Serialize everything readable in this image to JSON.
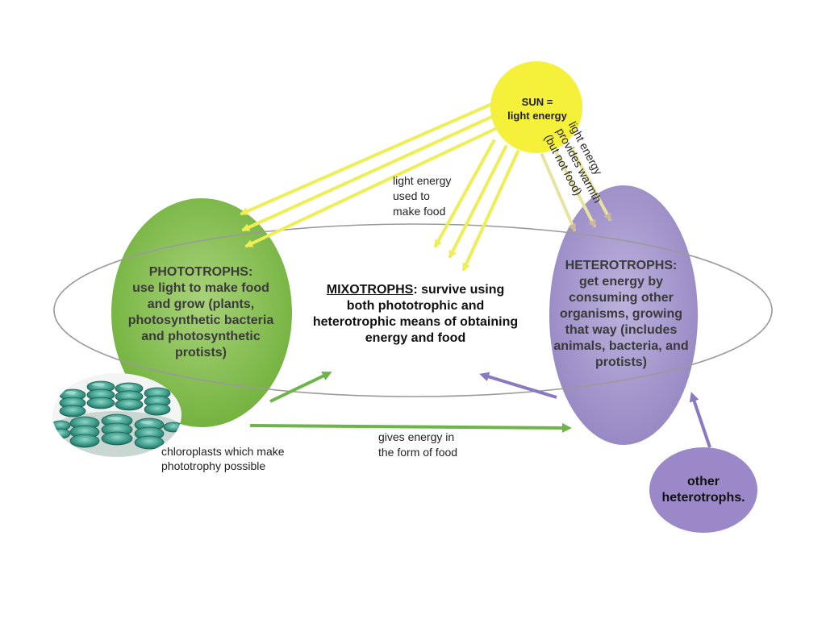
{
  "sun": {
    "line1": "SUN =",
    "line2": "light energy"
  },
  "sun_warmth_label": [
    "light energy",
    "provides warmth",
    "(but not food)"
  ],
  "light_food_label": [
    "light energy",
    "used to",
    "make food"
  ],
  "phototrophs": {
    "title": "PHOTOTROPHS:",
    "lines": [
      "use light to make food",
      "and grow (plants,",
      "photosynthetic bacteria",
      "and  photosynthetic",
      "protists)"
    ]
  },
  "mixotrophs": {
    "title": "MIXOTROPHS",
    "title_rest": ": survive using",
    "lines": [
      "both phototrophic and",
      "heterotrophic means of obtaining",
      "energy and food"
    ]
  },
  "heterotrophs": {
    "title": "HETEROTROPHS:",
    "lines": [
      "get energy by",
      "consuming other",
      "organisms, growing",
      "that way (includes",
      "animals, bacteria, and",
      "protists)"
    ]
  },
  "chloroplast_label": [
    "chloroplasts which make",
    "phototrophy possible"
  ],
  "gives_energy_label": [
    "gives energy in",
    "the form of food"
  ],
  "other_heterotrophs": [
    "other",
    "heterotrophs."
  ],
  "colors": {
    "sun": "#f5f03a",
    "sun_ray": "#eeee55",
    "sun_ray_faint": "#e8e3a0",
    "phototroph_fill": "#7dbb45",
    "phototroph_arrow": "#6db548",
    "heterotroph_fill": "#9d8ec8",
    "heterotroph_arrow": "#8a79c0",
    "mixotroph_outline": "#9a9a9a",
    "chloroplast": "#2f8f7f"
  }
}
